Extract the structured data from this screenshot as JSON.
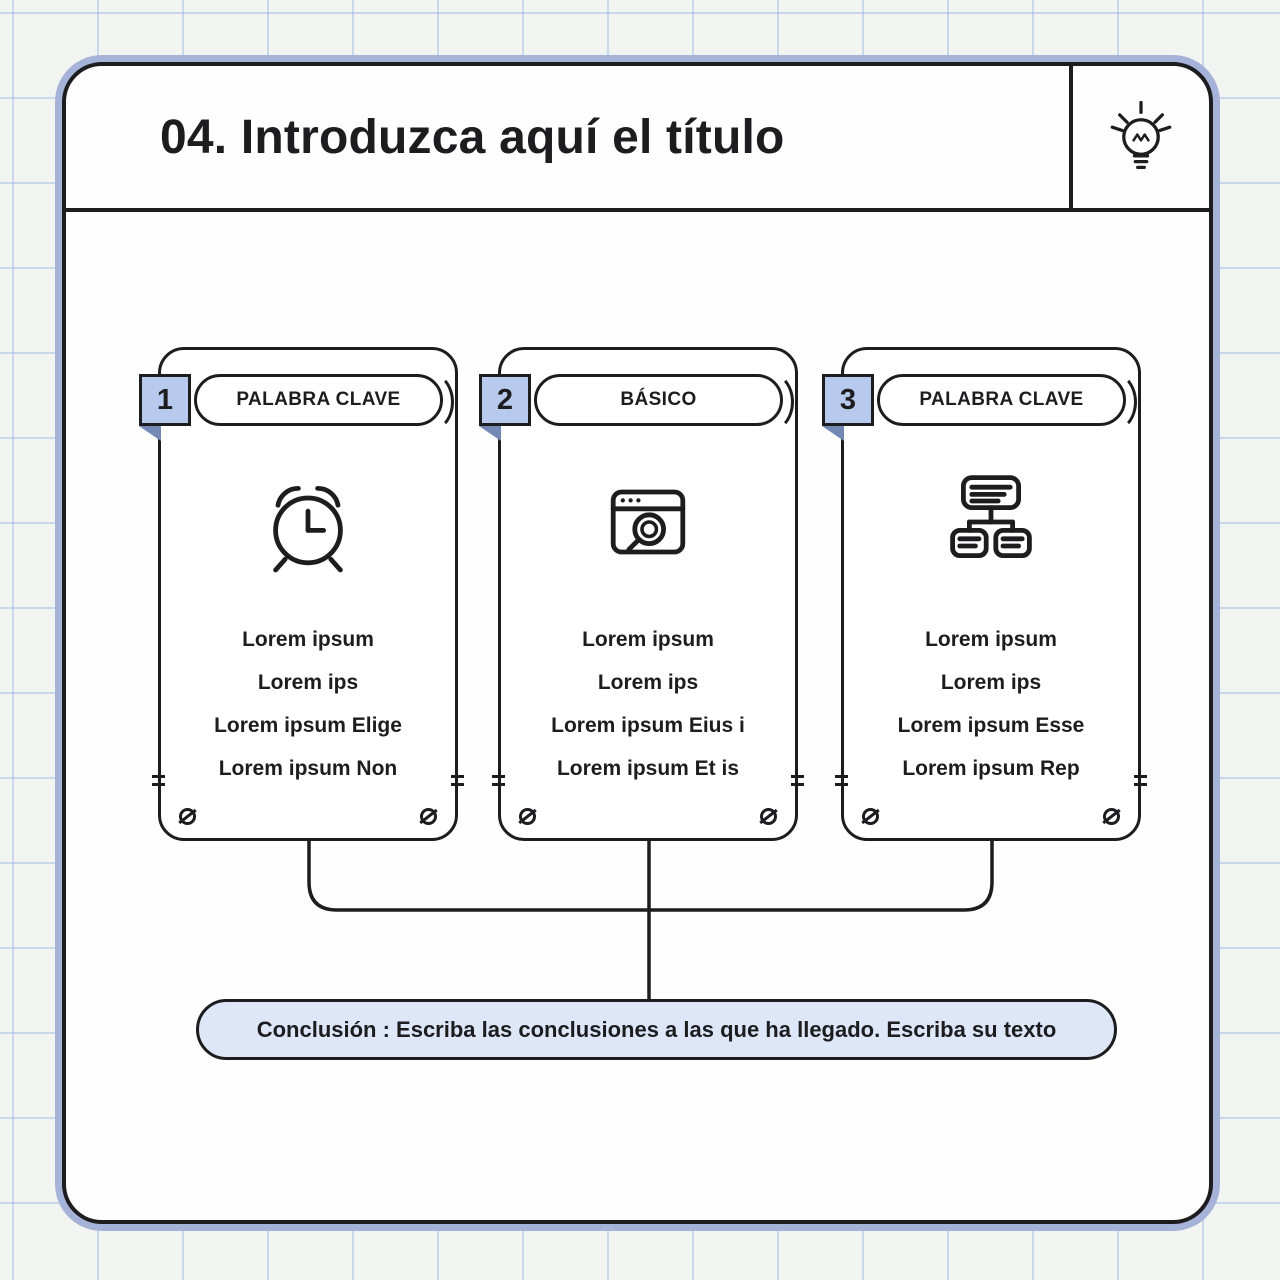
{
  "header": {
    "title": "04. Introduzca aquí el título",
    "icon": "lightbulb-icon"
  },
  "cards": [
    {
      "number": "1",
      "label": "PALABRA CLAVE",
      "icon": "alarm-clock-icon",
      "lines": [
        "Lorem ipsum",
        "Lorem ips",
        "Lorem ipsum Elige",
        "Lorem ipsum Non"
      ]
    },
    {
      "number": "2",
      "label": "BÁSICO",
      "icon": "browser-search-icon",
      "lines": [
        "Lorem ipsum",
        "Lorem ips",
        "Lorem ipsum Eius i",
        "Lorem ipsum Et is"
      ]
    },
    {
      "number": "3",
      "label": "PALABRA CLAVE",
      "icon": "sitemap-icon",
      "lines": [
        "Lorem ipsum",
        "Lorem ips",
        "Lorem ipsum Esse",
        "Lorem ipsum Rep"
      ]
    }
  ],
  "conclusion": {
    "text": "Conclusión : Escriba las conclusiones a las que ha llegado. Escriba su texto"
  },
  "colors": {
    "ink": "#1d1d1f",
    "accent_badge": "#b7c9ec",
    "conclusion_bg": "#dde7f8",
    "frame_outline": "#a6b3d8",
    "page_grid": "#96b4e4",
    "page_background": "#f2f4f1"
  }
}
